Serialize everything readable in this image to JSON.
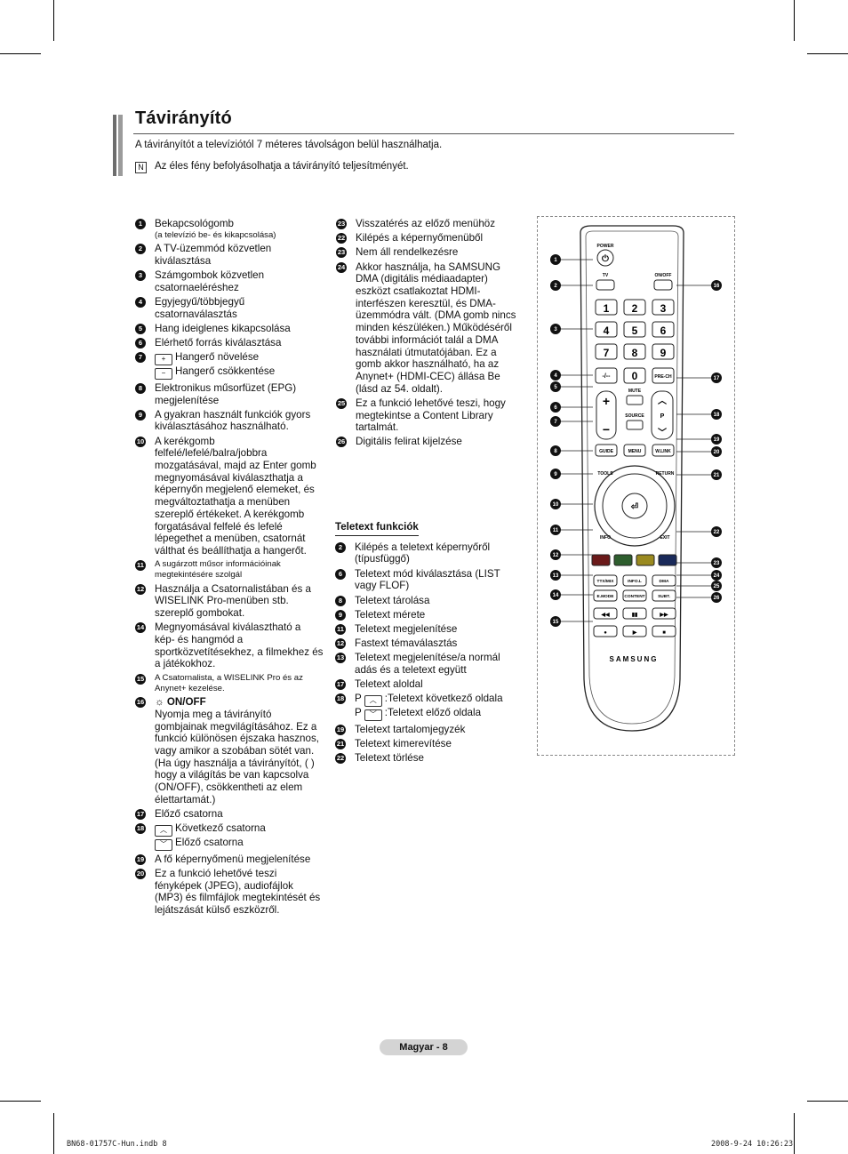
{
  "page": {
    "title": "Távirányító",
    "intro": "A távirányítót a televíziótól 7 méteres távolságon belül használhatja.",
    "note": "Az éles fény befolyásolhatja a távirányító teljesítményét."
  },
  "left_items": [
    {
      "n": "1",
      "text": "Bekapcsológomb",
      "sub": "(a televízió be- és kikapcsolása)"
    },
    {
      "n": "2",
      "text": "A TV-üzemmód közvetlen kiválasztása"
    },
    {
      "n": "3",
      "text": "Számgombok közvetlen csatornaeléréshez"
    },
    {
      "n": "4",
      "text": "Egyjegyű/többjegyű csatornaválasztás"
    },
    {
      "n": "5",
      "text": "Hang ideiglenes kikapcsolása"
    },
    {
      "n": "6",
      "text": "Elérhető forrás kiválasztása"
    },
    {
      "n": "7",
      "text": "Hangerő növelése",
      "text2": "Hangerő csökkentése"
    },
    {
      "n": "8",
      "text": "Elektronikus műsorfüzet (EPG) megjelenítése"
    },
    {
      "n": "9",
      "text": "A gyakran használt funkciók gyors kiválasztásához használható."
    },
    {
      "n": "10",
      "text": "A kerékgomb felfelé/lefelé/balra/jobbra mozgatásával, majd az Enter gomb megnyomásával kiválaszthatja a képernyőn megjelenő elemeket, és megváltoztathatja a menüben szereplő értékeket. A kerékgomb forgatásával felfelé és lefelé lépegethet a menüben, csatornát válthat és beállíthatja a hangerőt."
    },
    {
      "n": "11",
      "text": "A sugárzott műsor információinak megtekintésére szolgál",
      "small": true
    },
    {
      "n": "12",
      "text": "Használja a Csatornalistában és a WISELINK Pro-menüben stb. szereplő gombokat."
    },
    {
      "n": "14",
      "text": "Megnyomásával kiválasztható a kép- és hangmód a sportközvetítésekhez, a filmekhez és a játékokhoz."
    },
    {
      "n": "15",
      "text": "A Csatornalista, a WISELINK Pro és az Anynet+ kezelése.",
      "small": true
    },
    {
      "n": "16",
      "text": "ON/OFF",
      "body": "Nyomja meg a távirányító gombjainak megvilágításához. Ez a funkció különösen éjszaka hasznos, vagy amikor a szobában sötét van. (Ha úgy használja a távirányítót, ( ) hogy a világítás be van kapcsolva (ON/OFF), csökkentheti az elem élettartamát.)"
    },
    {
      "n": "17",
      "text": "Előző csatorna"
    },
    {
      "n": "18",
      "text": "Következő csatorna",
      "text2": "Előző csatorna"
    },
    {
      "n": "19",
      "text": "A fő képernyőmenü megjelenítése"
    },
    {
      "n": "20",
      "text": "Ez a funkció lehetővé teszi fényképek (JPEG), audiofájlok (MP3) és filmfájlok megtekintését és lejátszását külső eszközről."
    }
  ],
  "mid_items": [
    {
      "n": "23",
      "text": "Visszatérés az előző menühöz"
    },
    {
      "n": "22",
      "text": "Kilépés a képernyőmenüből"
    },
    {
      "n": "23",
      "text": "Nem áll rendelkezésre"
    },
    {
      "n": "24",
      "text": "Akkor használja, ha SAMSUNG DMA (digitális médiaadapter) eszközt csatlakoztat HDMI-interfészen keresztül, és DMA-üzemmódra vált. (DMA gomb nincs minden készüléken.) Működéséről további információt talál a DMA használati útmutatójában.  Ez a gomb akkor használható, ha az Anynet+ (HDMI-CEC) állása Be (lásd az 54. oldalt)."
    },
    {
      "n": "25",
      "text": "Ez a funkció lehetővé teszi, hogy megtekintse a Content Library tartalmát."
    },
    {
      "n": "26",
      "text": "Digitális felirat kijelzése"
    }
  ],
  "teletext": {
    "heading": "Teletext funkciók",
    "items": [
      {
        "n": "2",
        "text": "Kilépés a teletext képernyőről (típusfüggő)"
      },
      {
        "n": "6",
        "text": "Teletext mód kiválasztása (LIST vagy FLOF)"
      },
      {
        "n": "8",
        "text": "Teletext tárolása"
      },
      {
        "n": "9",
        "text": "Teletext mérete"
      },
      {
        "n": "11",
        "text": "Teletext megjelenítése"
      },
      {
        "n": "12",
        "text": "Fastext témaválasztás"
      },
      {
        "n": "13",
        "text": "Teletext megjelenítése/a normál adás és a teletext együtt"
      },
      {
        "n": "17",
        "text": "Teletext aloldal"
      },
      {
        "n": "18",
        "text": ":Teletext következő oldala",
        "prefix": "P",
        "text2": ":Teletext előző oldala"
      },
      {
        "n": "19",
        "text": "Teletext tartalomjegyzék"
      },
      {
        "n": "21",
        "text": "Teletext kimerevítése"
      },
      {
        "n": "22",
        "text": "Teletext törlése"
      }
    ]
  },
  "remote": {
    "brand": "SAMSUNG",
    "power_label": "POWER",
    "tv_label": "TV",
    "onoff_label": "ON/OFF",
    "mute_label": "MUTE",
    "source_label": "SOURCE",
    "prech_label": "PRE-CH",
    "dash_label": "-/--",
    "p_label": "P",
    "digits": [
      "1",
      "2",
      "3",
      "4",
      "5",
      "6",
      "7",
      "8",
      "9",
      "0"
    ],
    "guide_label": "GUIDE",
    "menu_label": "MENU",
    "wlink_label": "W.LINK",
    "tools_label": "TOOLS",
    "return_label": "RETURN",
    "info_label": "INFO",
    "exit_label": "EXIT",
    "bottom_row1": [
      "TTX/MIX",
      "INFO.L",
      "DMA"
    ],
    "bottom_row2": [
      "E.MODE",
      "CONTENT",
      "SUBT."
    ],
    "color_keys": [
      "#6b1a1a",
      "#2e5e2e",
      "#9a8a20",
      "#1a2a5a"
    ],
    "callouts_left": [
      "1",
      "2",
      "3",
      "4",
      "5",
      "6",
      "7",
      "8",
      "9",
      "10",
      "11",
      "12",
      "13",
      "14",
      "15"
    ],
    "callouts_right": [
      "16",
      "17",
      "18",
      "19",
      "20",
      "21",
      "22",
      "23",
      "24",
      "25",
      "26"
    ]
  },
  "footer": {
    "page_label": "Magyar -  8",
    "file": "BN68-01757C-Hun.indb   8",
    "date": "2008-9-24   10:26:23"
  }
}
